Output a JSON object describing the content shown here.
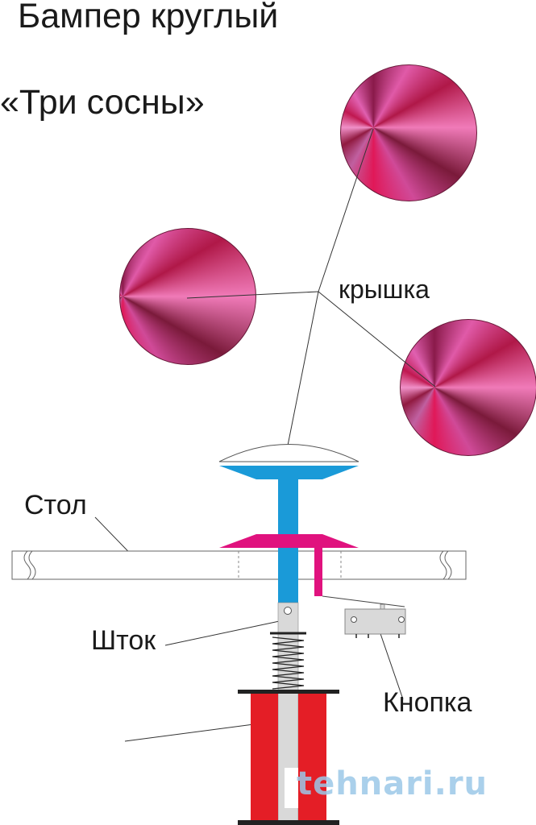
{
  "title": {
    "line1": "Бампер круглый",
    "line2": "«Три сосны»"
  },
  "labels": {
    "cap": "крышка",
    "table": "Стол",
    "rod": "Шток",
    "button": "Кнопка"
  },
  "watermark": "tehnari.ru",
  "colors": {
    "rod_top": "#1a9ad8",
    "flange": "#e0127e",
    "body": "#e41e26",
    "rod_bottom": "#d9d9d9"
  }
}
